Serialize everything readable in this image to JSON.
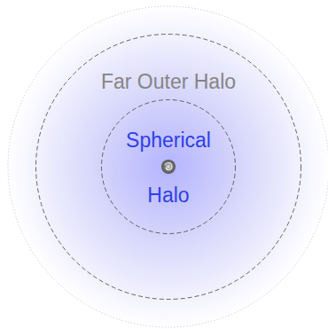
{
  "diagram": {
    "nodes": [
      {
        "text": [
          "Far Outer Halo"
        ]
      },
      {
        "text": [
          "Spherical Halo"
        ],
        "in": 0
      }
    ]
  }
}
